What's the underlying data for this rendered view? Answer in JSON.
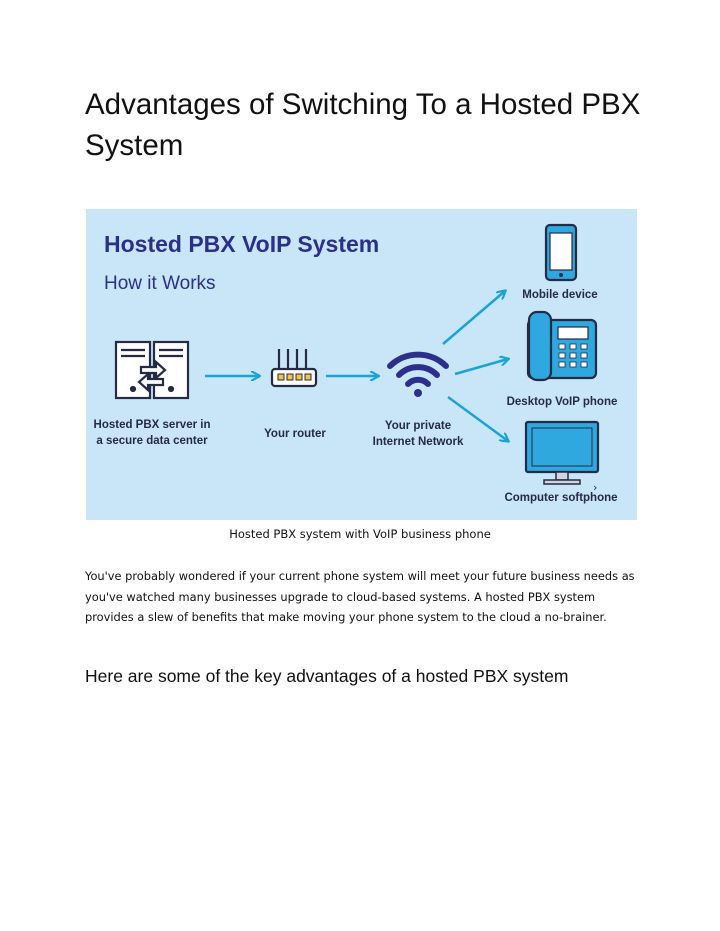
{
  "page": {
    "title": "Advantages of Switching To a Hosted PBX System",
    "caption": "Hosted PBX system with VoIP business phone",
    "paragraph": "You've probably wondered if your current phone system will meet your future business needs as you've watched many businesses upgrade to cloud-based systems. A hosted PBX system provides a slew of benefits that make moving your phone system to the cloud a no-brainer.",
    "subheading": "Here are some of the key advantages of a hosted PBX system"
  },
  "diagram": {
    "title": "Hosted PBX VoIP System",
    "subtitle": "How it Works",
    "server_label_1": "Hosted PBX server in",
    "server_label_2": "a secure data center",
    "router_label": "Your router",
    "network_label_1": "Your private",
    "network_label_2": "Internet Network",
    "mobile_label": "Mobile device",
    "desk_label": "Desktop VoIP phone",
    "computer_label": "Computer softphone",
    "colors": {
      "background": "#c9e6f9",
      "title": "#2c2f8c",
      "arrow": "#1aa3d9",
      "dark": "#252a45",
      "device_blue": "#2ea8df",
      "router_yellow": "#f6c343"
    }
  }
}
